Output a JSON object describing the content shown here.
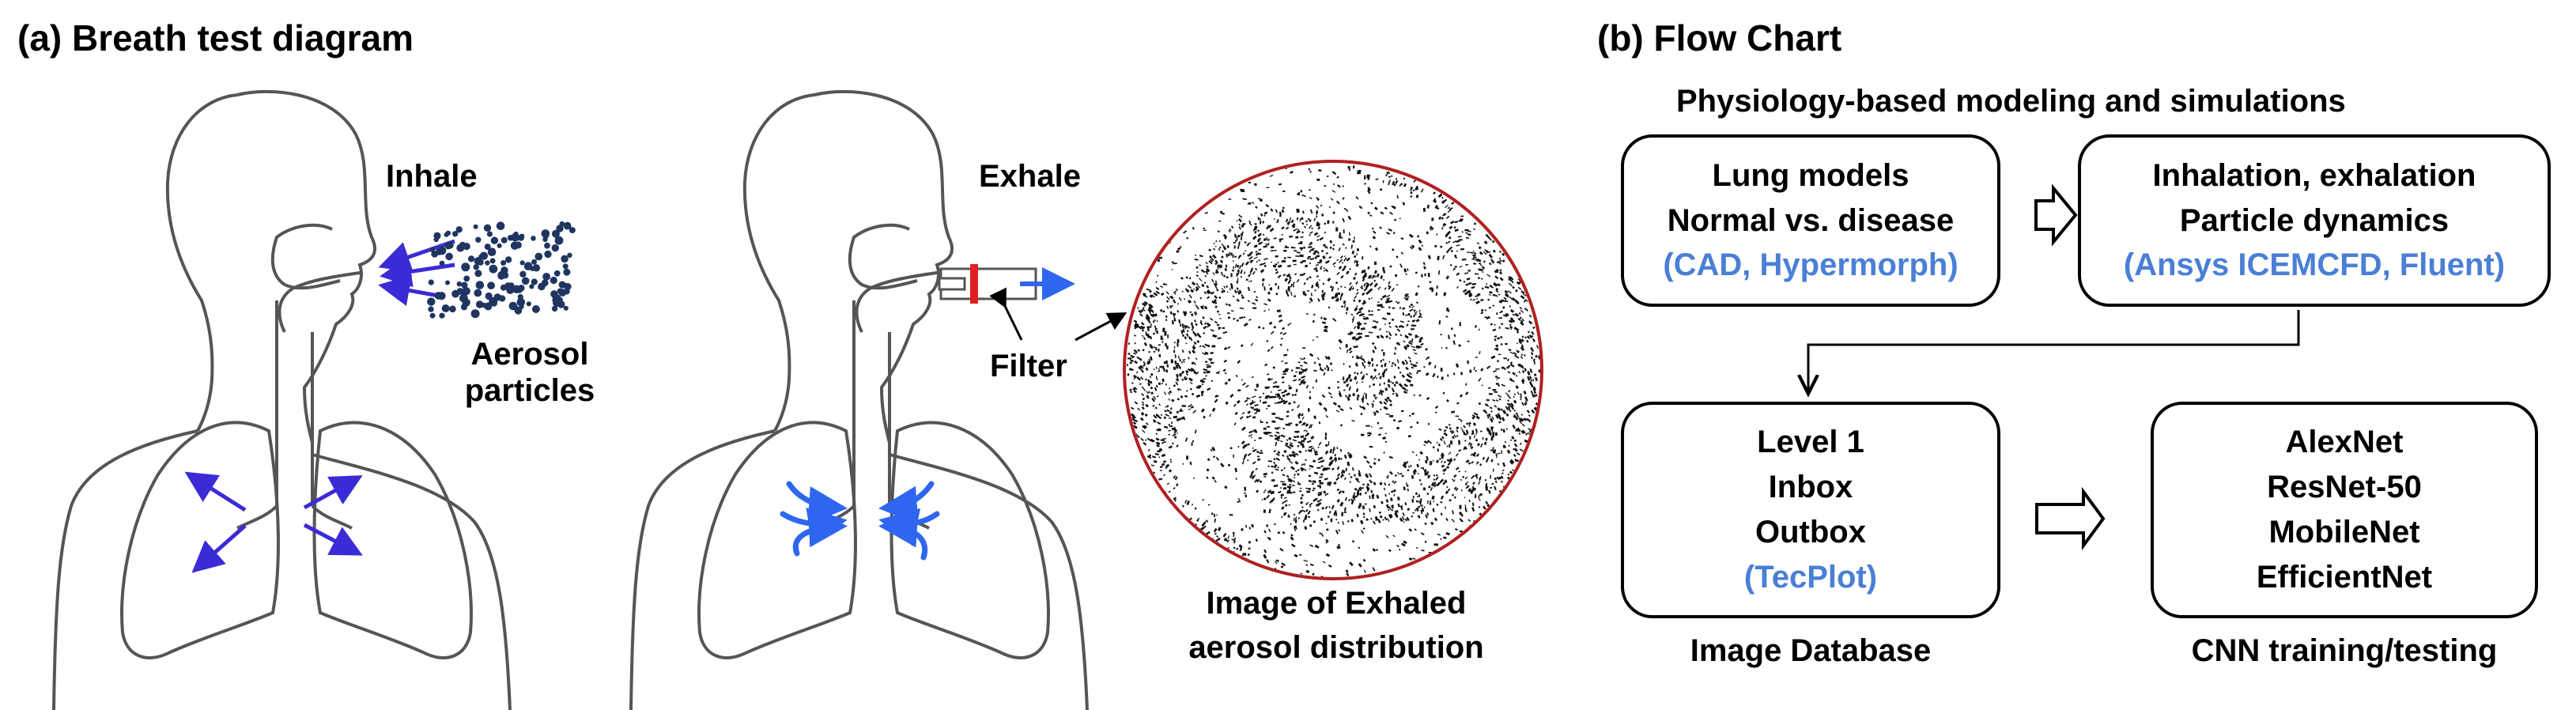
{
  "panel_a": {
    "title": "(a) Breath test diagram",
    "inhale_label": "Inhale",
    "exhale_label": "Exhale",
    "aerosol_label_line1": "Aerosol",
    "aerosol_label_line2": "particles",
    "filter_label": "Filter",
    "image_caption_line1": "Image of Exhaled",
    "image_caption_line2": "aerosol distribution",
    "inhale_arrow_color": "#3b2bd6",
    "exhale_arrow_color": "#2f66f0",
    "filter_band_color": "#e02020",
    "circle_border_color": "#b02020"
  },
  "panel_b": {
    "title": "(b) Flow Chart",
    "subtitle": "Physiology-based modeling and simulations",
    "box1": {
      "line1": "Lung models",
      "line2": "Normal  vs. disease",
      "tool": "(CAD, Hypermorph)"
    },
    "box2": {
      "line1": "Inhalation, exhalation",
      "line2": "Particle dynamics",
      "tool": "(Ansys ICEMCFD, Fluent)"
    },
    "box3": {
      "line1": "Level 1",
      "line2": "Inbox",
      "line3": "Outbox",
      "tool": "(TecPlot)",
      "caption": "Image Database"
    },
    "box4": {
      "line1": "AlexNet",
      "line2": "ResNet-50",
      "line3": "MobileNet",
      "line4": "EfficientNet",
      "caption": "CNN training/testing"
    },
    "tool_color": "#4a7fd6"
  }
}
